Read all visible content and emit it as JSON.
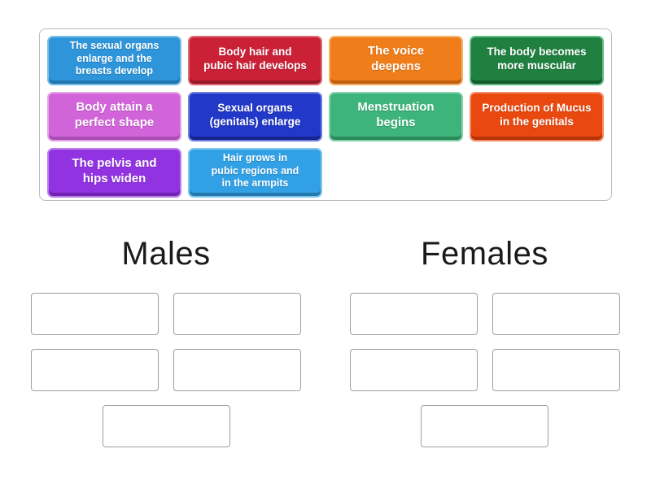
{
  "game": {
    "type": "group_sort",
    "background_color": "#ffffff"
  },
  "tray": {
    "tiles": [
      {
        "text": "The sexual organs\nenlarge and the\nbreasts develop",
        "color": "#2e95da",
        "border": "#7bbfe8",
        "shadow": "#2176ad"
      },
      {
        "text": "Body hair and\npubic hair develops",
        "color": "#cb2136",
        "border": "#de6a78",
        "shadow": "#9a1828"
      },
      {
        "text": "The voice\ndeepens",
        "color": "#ef7d1a",
        "border": "#f6b269",
        "shadow": "#c05f10"
      },
      {
        "text": "The body becomes\nmore muscular",
        "color": "#1f8040",
        "border": "#62bd85",
        "shadow": "#145c2d"
      },
      {
        "text": "Body attain a\nperfect shape",
        "color": "#d164d8",
        "border": "#e3a3e6",
        "shadow": "#a94bb4"
      },
      {
        "text": "Sexual organs\n(genitals) enlarge",
        "color": "#2238c8",
        "border": "#6d7fdd",
        "shadow": "#16248f"
      },
      {
        "text": "Menstruation\nbegins",
        "color": "#3cb47b",
        "border": "#85d2ab",
        "shadow": "#2a8a5c"
      },
      {
        "text": "Production of Mucus\nin the genitals",
        "color": "#e9480f",
        "border": "#f28c66",
        "shadow": "#b53409"
      },
      {
        "text": "The pelvis and\nhips widen",
        "color": "#9133e1",
        "border": "#bb7dec",
        "shadow": "#6f23b0"
      },
      {
        "text": "Hair grows in\npubic regions and\nin the armpits",
        "color": "#31a0e4",
        "border": "#7fc6ef",
        "shadow": "#2379ae"
      }
    ]
  },
  "groups": [
    {
      "label": "Males",
      "slot_count": 5
    },
    {
      "label": "Females",
      "slot_count": 5
    }
  ]
}
